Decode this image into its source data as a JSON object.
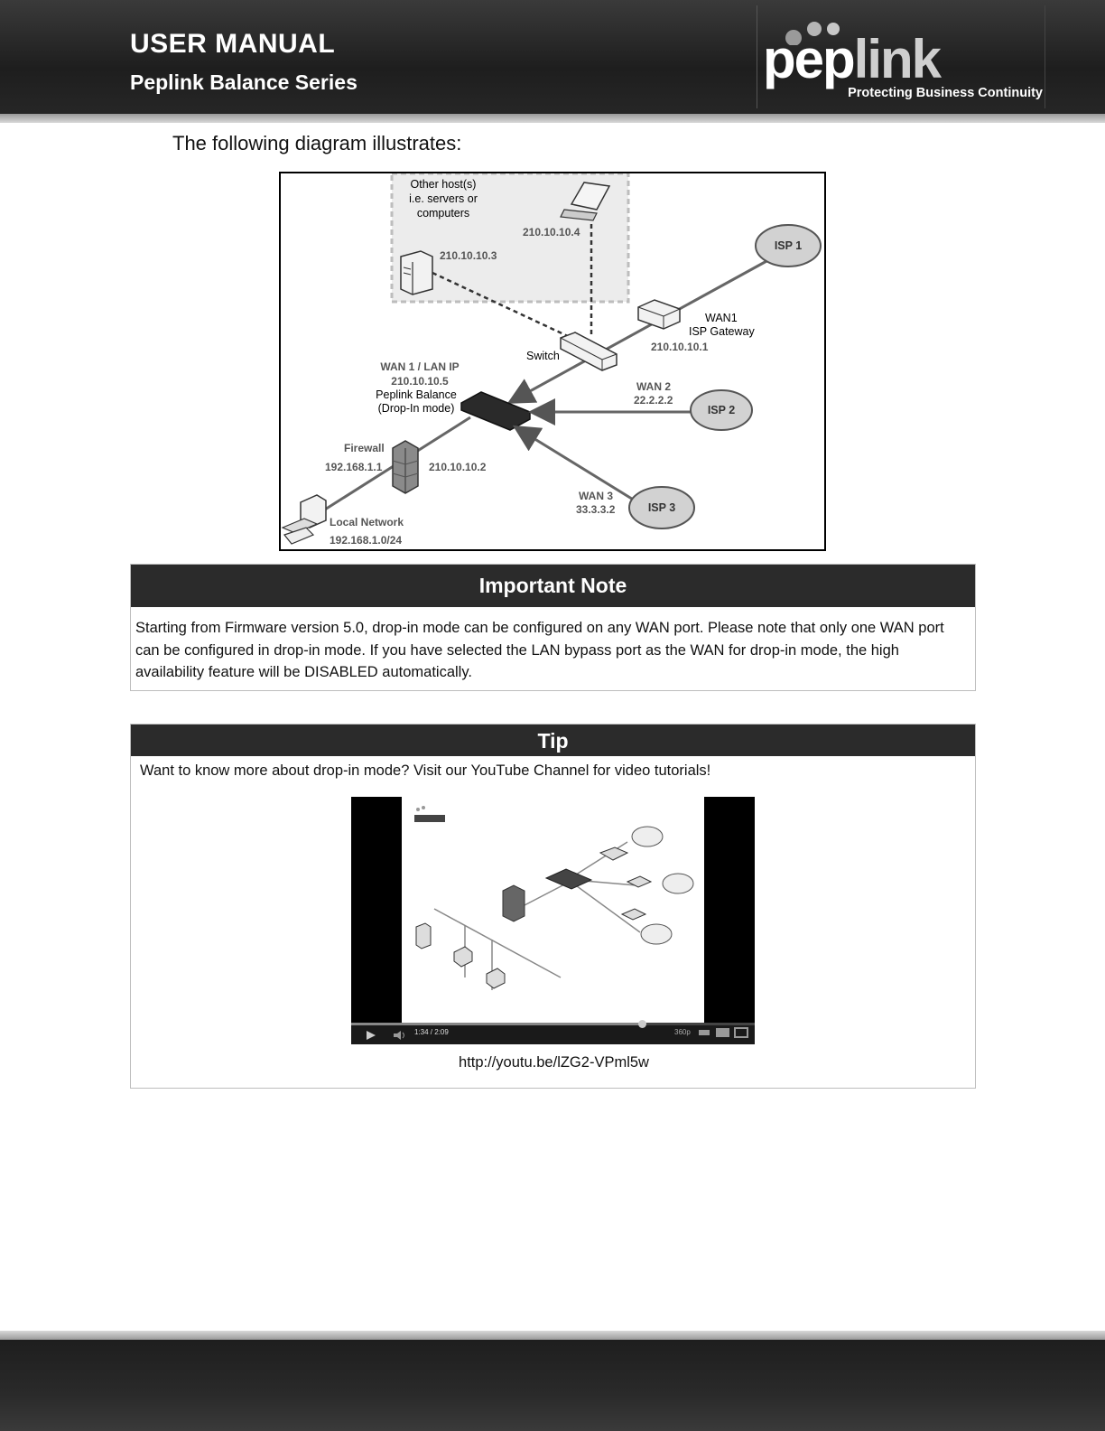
{
  "header": {
    "title": "USER MANUAL",
    "subtitle": "Peplink Balance Series",
    "logo_text_pep": "pep",
    "logo_text_link": "link",
    "logo_tagline": "Protecting Business Continuity"
  },
  "intro": "The following diagram illustrates:",
  "diagram": {
    "other_hosts_l1": "Other host(s)",
    "other_hosts_l2": "i.e. servers or",
    "other_hosts_l3": "computers",
    "host4_ip": "210.10.10.4",
    "host3_ip": "210.10.10.3",
    "isp1": "ISP 1",
    "isp2": "ISP 2",
    "isp3": "ISP 3",
    "wan1": "WAN1",
    "isp_gateway": "ISP Gateway",
    "gateway_ip": "210.10.10.1",
    "switch": "Switch",
    "wan1_lan_ip": "WAN 1 / LAN IP",
    "balance_ip": "210.10.10.5",
    "peplink_balance": "Peplink Balance",
    "dropin_mode": "(Drop-In mode)",
    "wan2": "WAN 2",
    "wan2_ip": "22.2.2.2",
    "firewall": "Firewall",
    "fw_inner_ip": "192.168.1.1",
    "fw_outer_ip": "210.10.10.2",
    "wan3": "WAN 3",
    "wan3_ip": "33.3.3.2",
    "local_network": "Local Network",
    "local_subnet": "192.168.1.0/24"
  },
  "important_note": {
    "heading": "Important Note",
    "body": "Starting from Firmware version 5.0, drop-in mode can be configured on any WAN port. Please note that only one WAN port can be configured in drop-in mode. If you have selected the LAN bypass port as the WAN for drop-in mode, the high availability feature will be DISABLED automatically."
  },
  "tip": {
    "heading": "Tip",
    "body": "Want to know more about drop-in mode? Visit our YouTube Channel for video tutorials!",
    "video_time": "1:34 / 2:09",
    "video_quality": "360p",
    "url": "http://youtu.be/lZG2-VPml5w"
  }
}
